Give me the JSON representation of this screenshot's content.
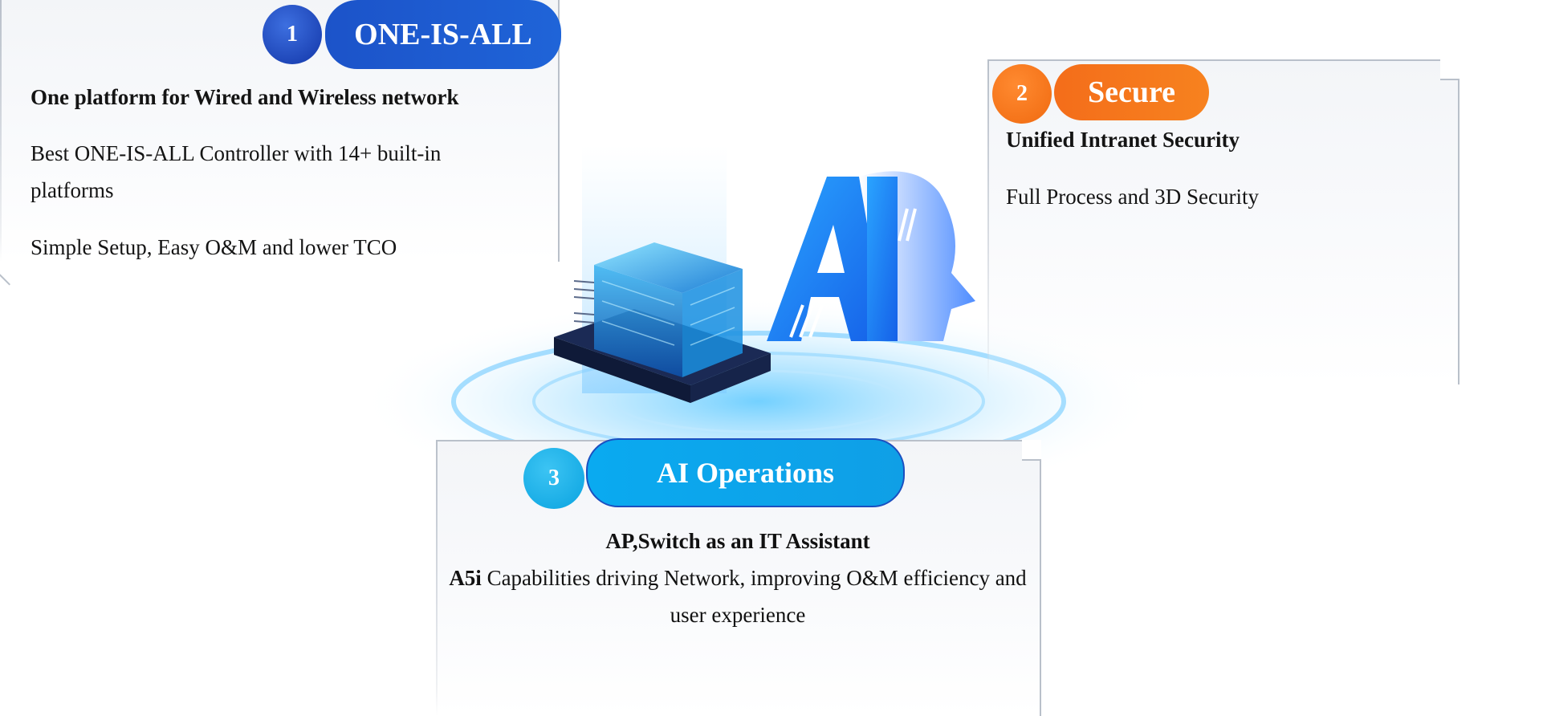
{
  "cards": [
    {
      "number": "1",
      "title": "ONE-IS-ALL",
      "heading": "One platform for Wired and Wireless network",
      "lines": [
        "Best ONE-IS-ALL Controller with 14+ built-in platforms",
        "Simple Setup, Easy O&M and lower TCO"
      ],
      "accent": "#1f5fd6"
    },
    {
      "number": "2",
      "title": "Secure",
      "heading": "Unified Intranet Security",
      "lines": [
        "Full Process and 3D Security"
      ],
      "accent": "#f47a1f"
    },
    {
      "number": "3",
      "title": "AI Operations",
      "heading": "AP,Switch as an IT Assistant",
      "line_bold_prefix": "A5i",
      "line_rest": " Capabilities driving Network, improving O&M efficiency and user experience",
      "accent": "#0aa8ee"
    }
  ],
  "illustration": {
    "logo_text": "Ai",
    "icons": [
      "network-controller-cube-icon",
      "ai-head-logo-icon"
    ]
  }
}
